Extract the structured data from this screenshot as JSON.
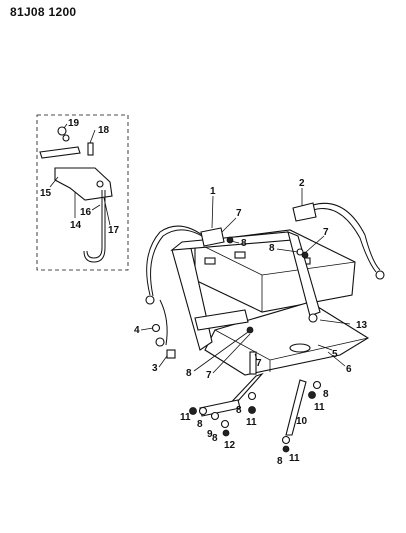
{
  "header": {
    "code": "81J08 1200"
  },
  "callouts": [
    "1",
    "2",
    "3",
    "4",
    "5",
    "6",
    "7",
    "8",
    "9",
    "10",
    "11",
    "12",
    "13",
    "14",
    "15",
    "16",
    "17",
    "18",
    "19"
  ],
  "colors": {
    "ink": "#111111",
    "paper": "#ffffff"
  }
}
